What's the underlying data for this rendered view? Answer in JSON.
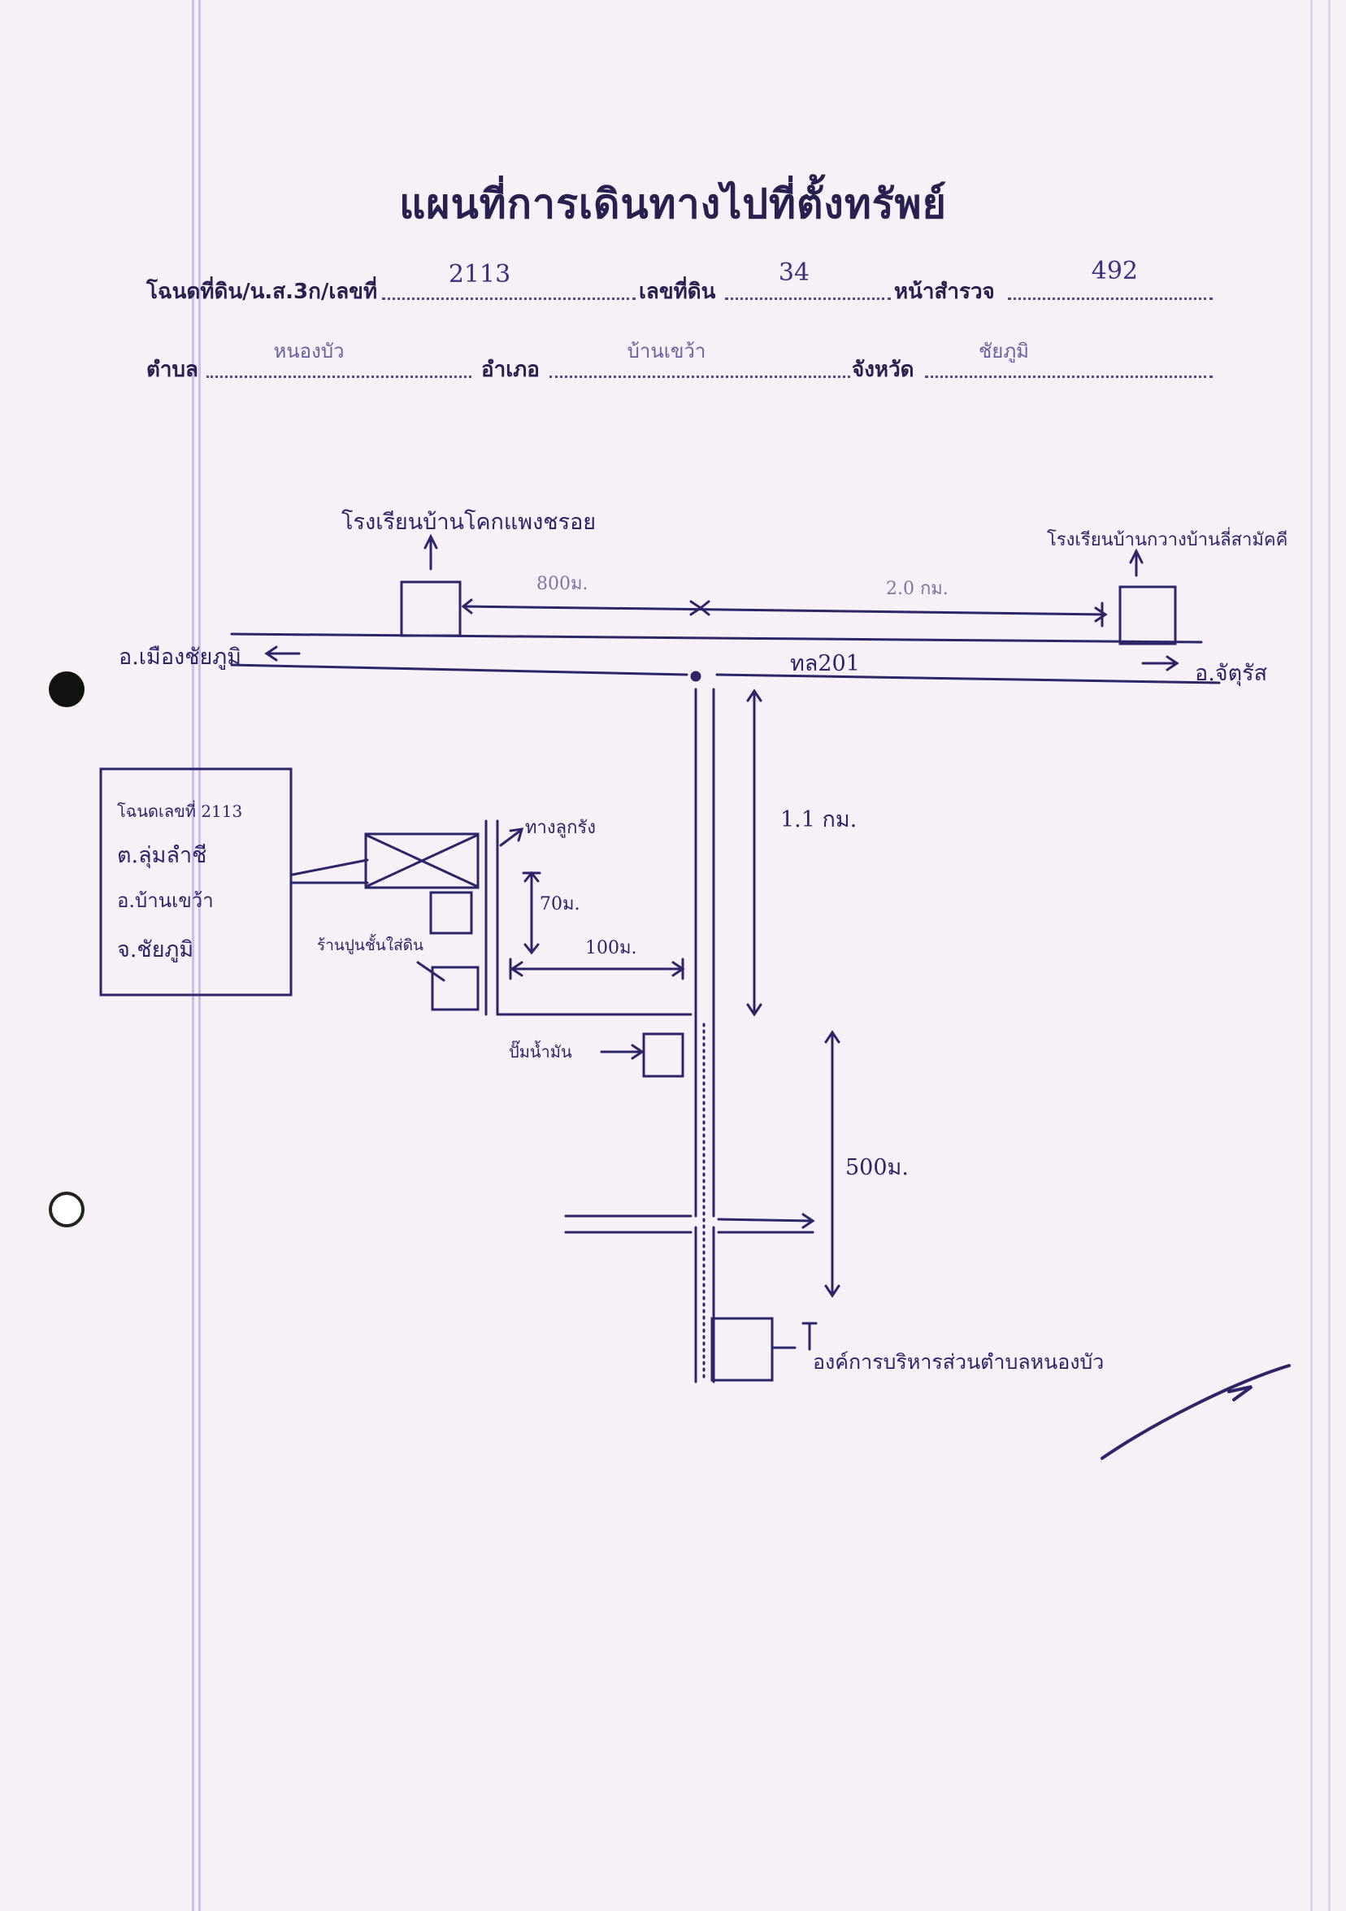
{
  "title": "แผนที่การเดินทางไปที่ตั้งทรัพย์",
  "form": {
    "deed_label": "โฉนดที่ดิน/น.ส.3ก/เลขที่",
    "deed_value": "2113",
    "land_no_label": "เลขที่ดิน",
    "land_no_value": "34",
    "survey_label": "หน้าสำรวจ",
    "survey_value": "492",
    "tambon_label": "ตำบล",
    "tambon_value": "หนองบัว",
    "amphoe_label": "อำเภอ",
    "amphoe_value": "บ้านเขว้า",
    "province_label": "จังหวัด",
    "province_value": "ชัยภูมิ"
  },
  "map": {
    "school_left": "โรงเรียนบ้านโคกแพงชรอย",
    "school_right": "โรงเรียนบ้านกวางบ้านลี่สามัคคี",
    "dist_top_left": "800ม.",
    "dist_top_right": "2.0 กม.",
    "to_left": "อ.เมืองชัยภูมิ",
    "to_right": "อ.จัตุรัส",
    "highway": "ทล201",
    "dist_vertical_1": "1.1 กม.",
    "dist_vertical_2": "500ม.",
    "parcel_box": {
      "line1": "โฉนดเลขที่ 2113",
      "line2": "ต.ลุ่มลำชี",
      "line3": "อ.บ้านเขว้า",
      "line4": "จ.ชัยภูมิ"
    },
    "side_road": "ทางลูกรัง",
    "dist_short": "70ม.",
    "dist_side": "100ม.",
    "landmark_cement": "ร้านปูนชั้นใส่ดิน",
    "landmark_pump": "ปั๊มน้ำมัน",
    "landmark_bottom": "องค์การบริหารส่วนตำบลหนองบัว"
  },
  "colors": {
    "ink": "#2e2468",
    "paper": "#f7f1f7"
  }
}
